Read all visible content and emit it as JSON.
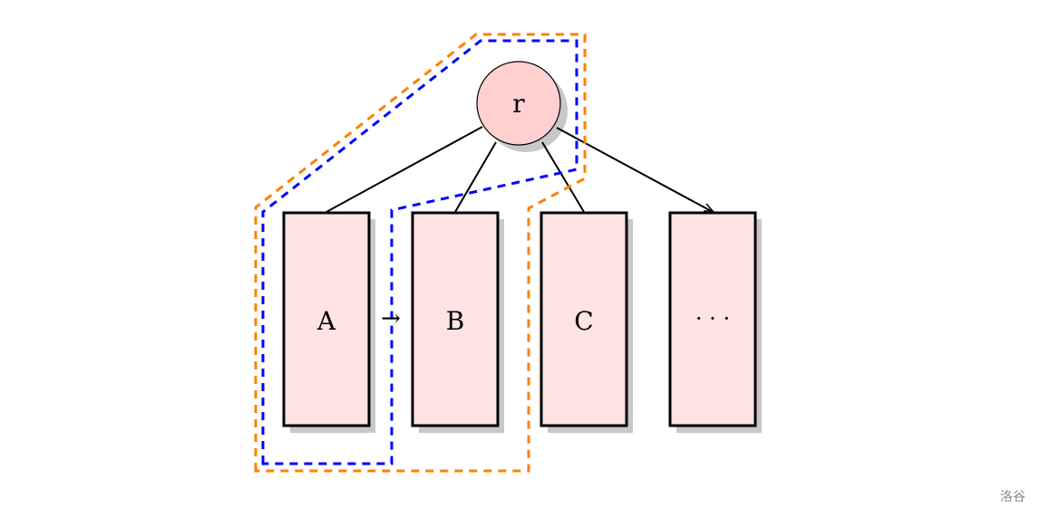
{
  "diagram": {
    "root": {
      "label": "r",
      "fill": "#ffd0d0"
    },
    "children": [
      {
        "id": "A",
        "label": "A"
      },
      {
        "id": "B",
        "label": "B"
      },
      {
        "id": "C",
        "label": "C"
      },
      {
        "id": "more",
        "label": "· · ·"
      }
    ],
    "sibling_link_label": "→",
    "child_fill": "#ffe3e3",
    "shadow_color": "#c8c8c8",
    "regions": [
      {
        "name": "orange-region",
        "color": "#ff8000",
        "covers": [
          "r",
          "A",
          "B"
        ]
      },
      {
        "name": "blue-region",
        "color": "#0000ff",
        "covers": [
          "r",
          "A"
        ]
      }
    ]
  },
  "watermark": "洛谷"
}
